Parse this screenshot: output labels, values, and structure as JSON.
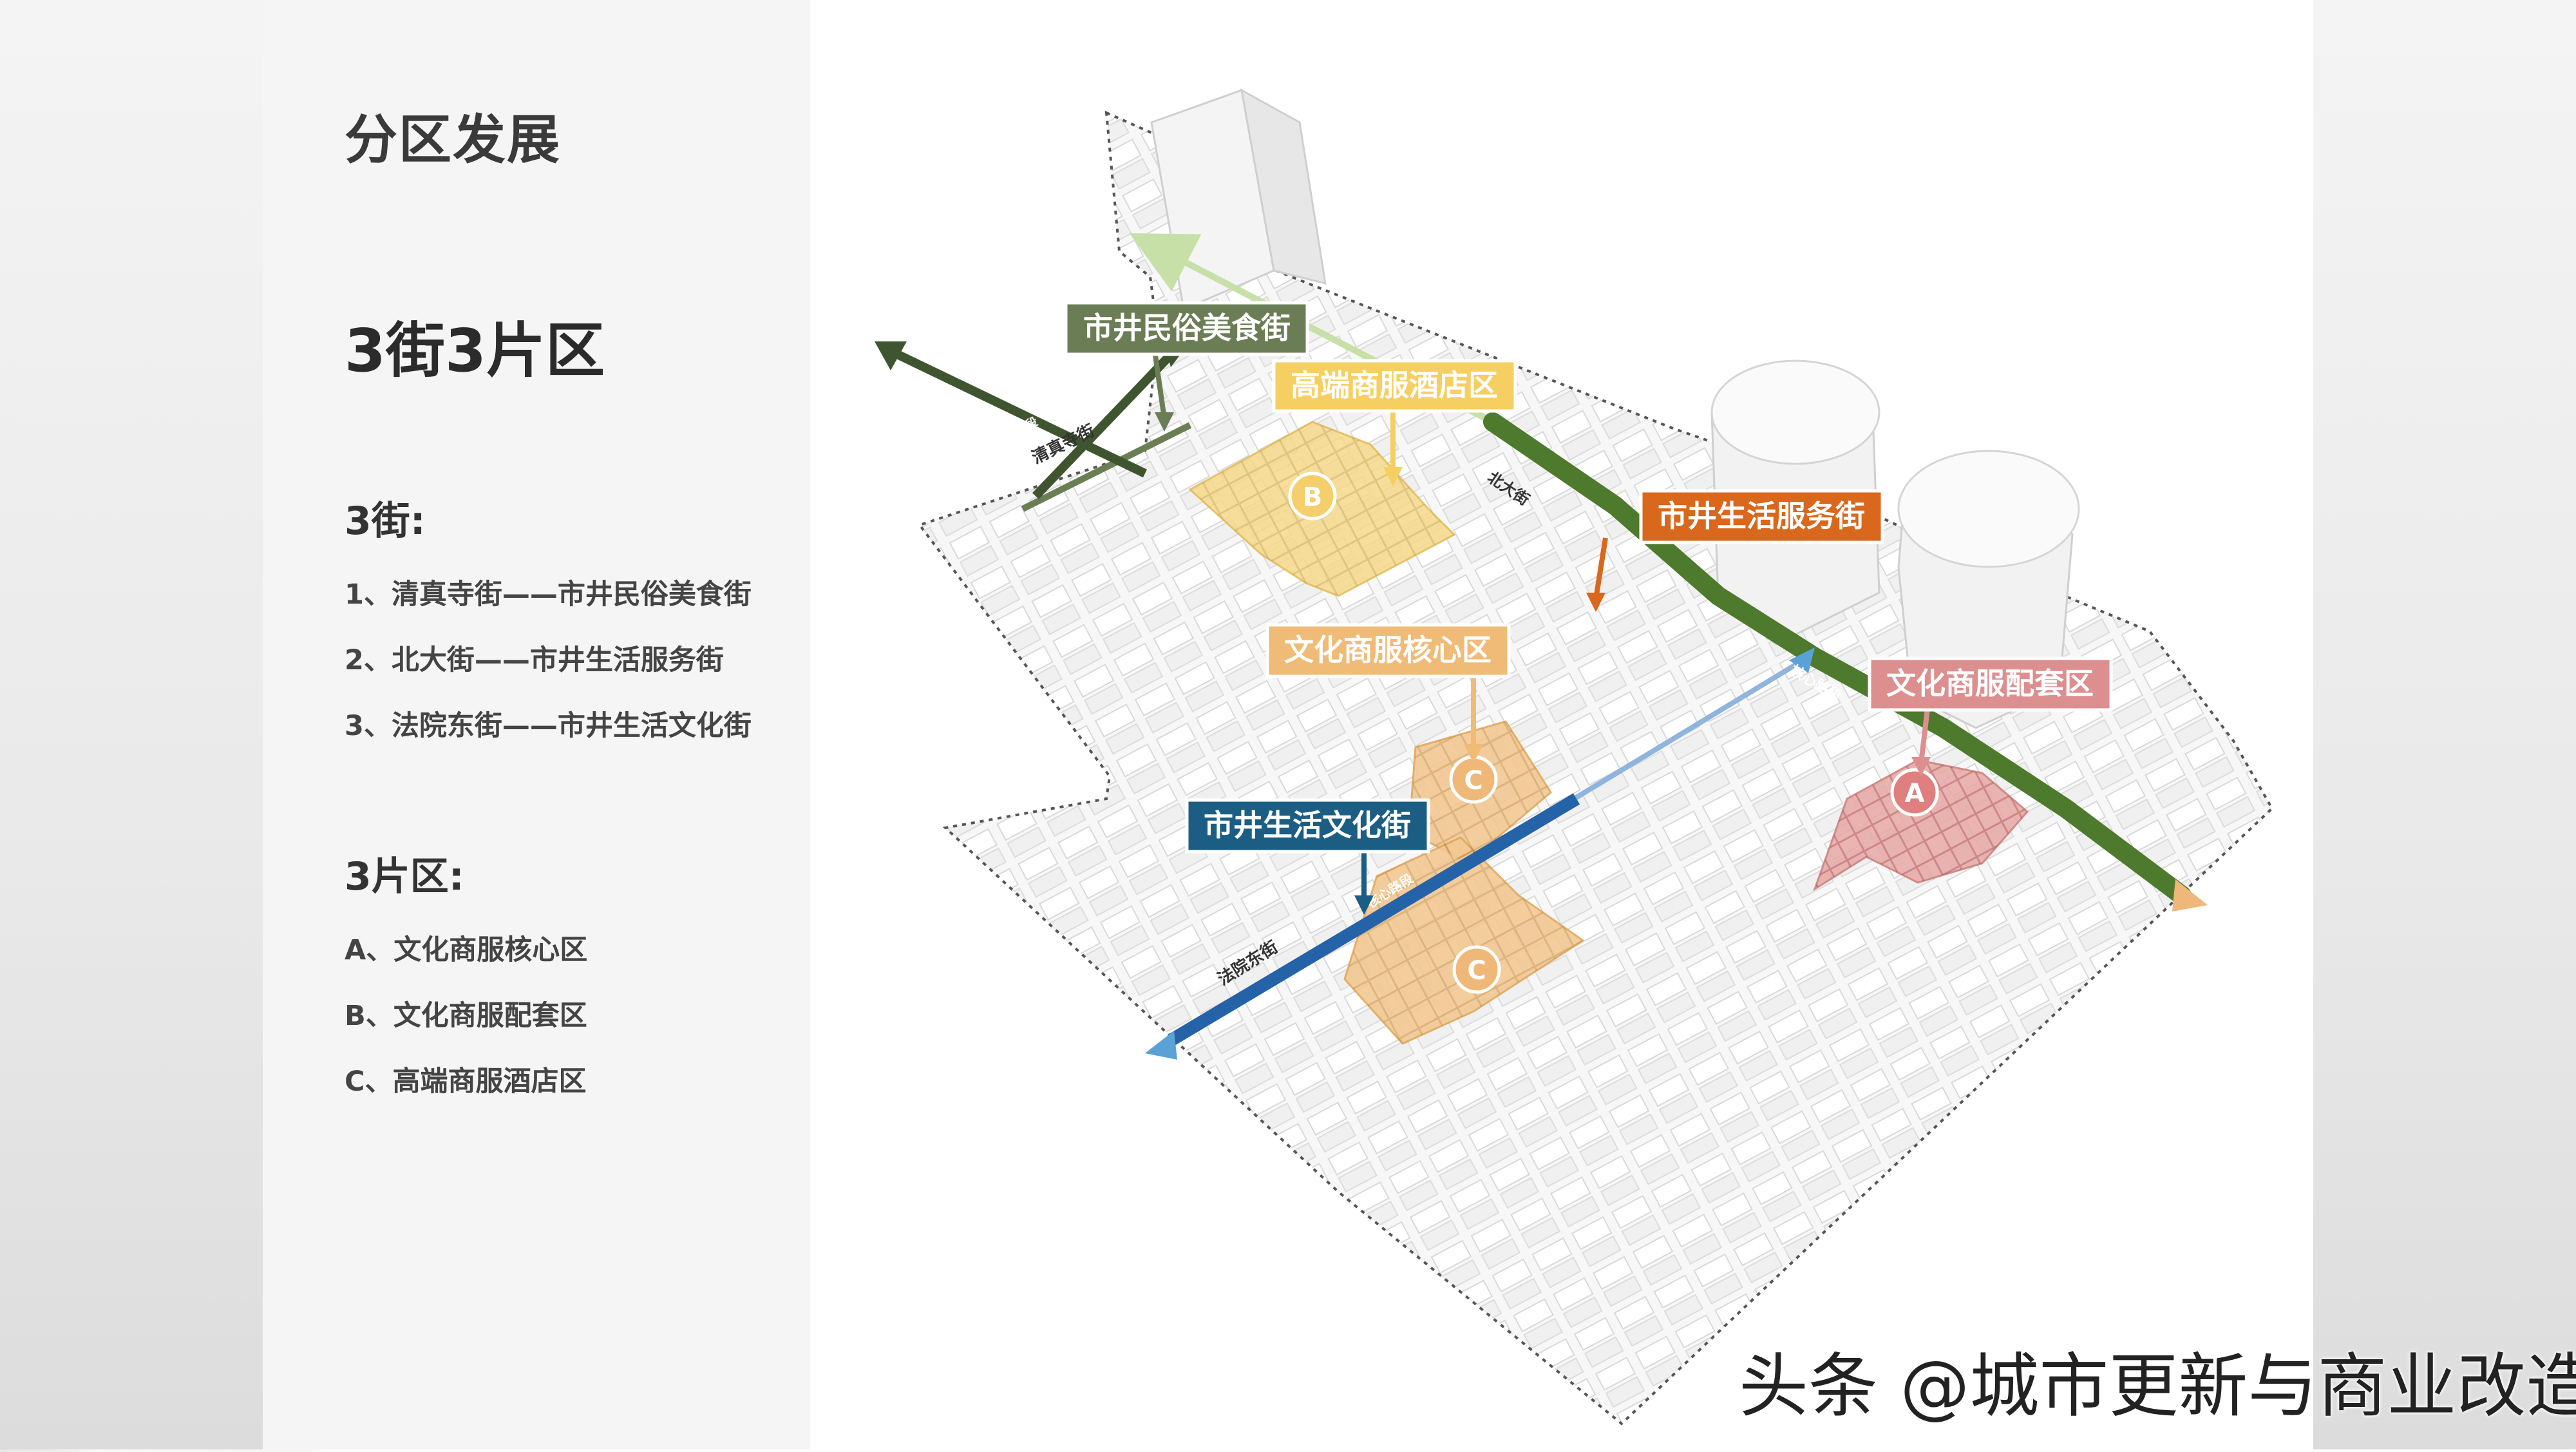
{
  "title": "分区发展",
  "subtitle": "3街3片区",
  "streets": {
    "heading": "3街:",
    "items": [
      "1、清真寺街——市井民俗美食街",
      "2、北大街——市井生活服务街",
      "3、法院东街——市井生活文化街"
    ]
  },
  "zones": {
    "heading": "3片区:",
    "items": [
      "A、文化商服核心区",
      "B、文化商服配套区",
      "C、高端商服酒店区"
    ]
  },
  "map": {
    "callouts": {
      "food_street": "市井民俗美食街",
      "hotel_zone": "高端商服酒店区",
      "service_street": "市井生活服务街",
      "core_zone": "文化商服核心区",
      "support_zone": "文化商服配套区",
      "culture_street": "市井生活文化街"
    },
    "street_names": {
      "qingzhensi": "清真寺街",
      "beida": "北大街",
      "fayuandong": "法院东街"
    },
    "core_segment_label": "核心路段",
    "markers": {
      "a": "A",
      "b": "B",
      "c": "C"
    },
    "colors": {
      "food": "#6b7d55",
      "hotel": "#f6cf63",
      "service": "#d9671c",
      "core": "#f0bb76",
      "support": "#dd8f90",
      "culture": "#1c5e83",
      "green_road": "#4d7a2c",
      "blue_road": "#2563a8"
    }
  },
  "watermark": "头条 @城市更新与商业改造"
}
